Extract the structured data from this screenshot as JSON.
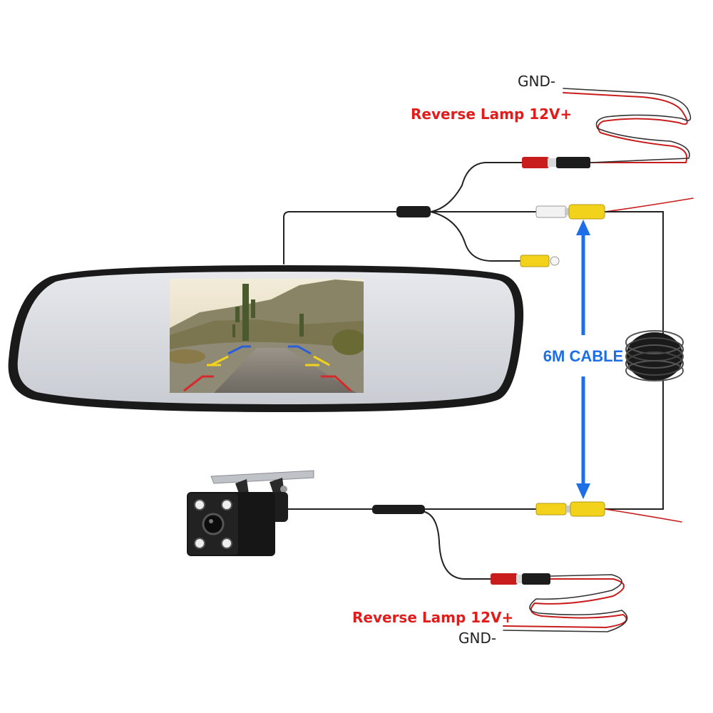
{
  "labels": {
    "top_gnd": "GND-",
    "top_reverse_lamp": "Reverse Lamp 12V+",
    "cable_length": "6M CABLE",
    "bottom_reverse_lamp": "Reverse Lamp 12V+",
    "bottom_gnd": "GND-"
  },
  "colors": {
    "reverse_lamp_label": "#e21b1b",
    "cable_label": "#1e6ee8",
    "wire_black": "#222222",
    "wire_red": "#c91c1c",
    "rca_yellow": "#f2d21a",
    "rca_white": "#f2f2f2"
  },
  "icons": {
    "mirror_monitor": "rearview-mirror-monitor",
    "backup_camera": "reversing-camera",
    "cable_coil": "coiled-extension-cable",
    "length_arrow": "double-headed-arrow"
  }
}
